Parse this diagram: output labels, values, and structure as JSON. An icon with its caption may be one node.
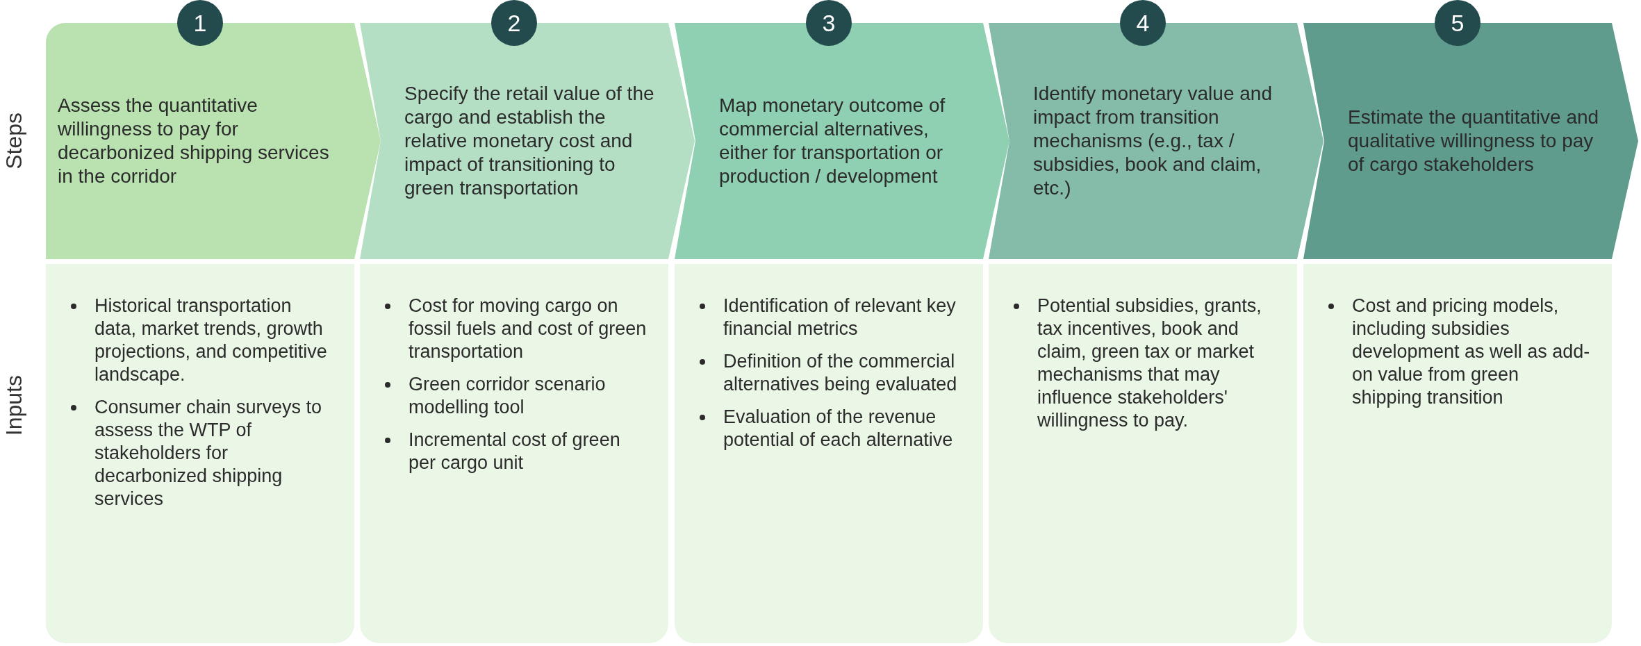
{
  "diagram": {
    "nodes": [
      {
        "text": [
          "1"
        ]
      },
      {
        "text": [
          "2"
        ]
      },
      {
        "text": [
          "3"
        ]
      },
      {
        "text": [
          "4"
        ]
      },
      {
        "text": [
          "5"
        ]
      },
      {
        "text": [
          "Assess the quantitative willingness to pay for decarbonized shipping services in the corridor"
        ]
      },
      {
        "text": [
          "Specify the retail value of the cargo and establish the relative monetary cost and impact of transitioning to green transportation"
        ]
      },
      {
        "text": [
          "Map monetary outcome of commercial alternatives, either for transportation or production / development"
        ]
      },
      {
        "text": [
          "Identify monetary value and impact from transition mechanisms (e.g., tax / subsidies, book and claim, etc.)"
        ]
      },
      {
        "text": [
          "Estimate the quantitative and qualitative willingness to pay of cargo stakeholders"
        ]
      },
      {
        "text": [
          "Historical transportation data, market trends, growth projections, and competitive landscape.",
          "Consumer chain surveys to assess the WTP of stakeholders for decarbonized shipping services"
        ]
      },
      {
        "text": [
          "Cost for moving cargo on fossil fuels and cost of green transportation",
          "Green corridor scenario modelling tool",
          "Incremental cost of green per cargo unit"
        ]
      },
      {
        "text": [
          "Identification of relevant key financial metrics",
          "Definition of the commercial alternatives being evaluated",
          "Evaluation of  the revenue potential of each alternative"
        ]
      },
      {
        "text": [
          "Potential subsidies, grants, tax incentives, book and claim, green tax or market mechanisms that may influence stakeholders' willingness to pay."
        ]
      },
      {
        "text": [
          "Cost and pricing models, including subsidies development as well as add-on value from green shipping transition"
        ]
      }
    ],
    "labels": [
      "Steps",
      "Inputs"
    ]
  }
}
